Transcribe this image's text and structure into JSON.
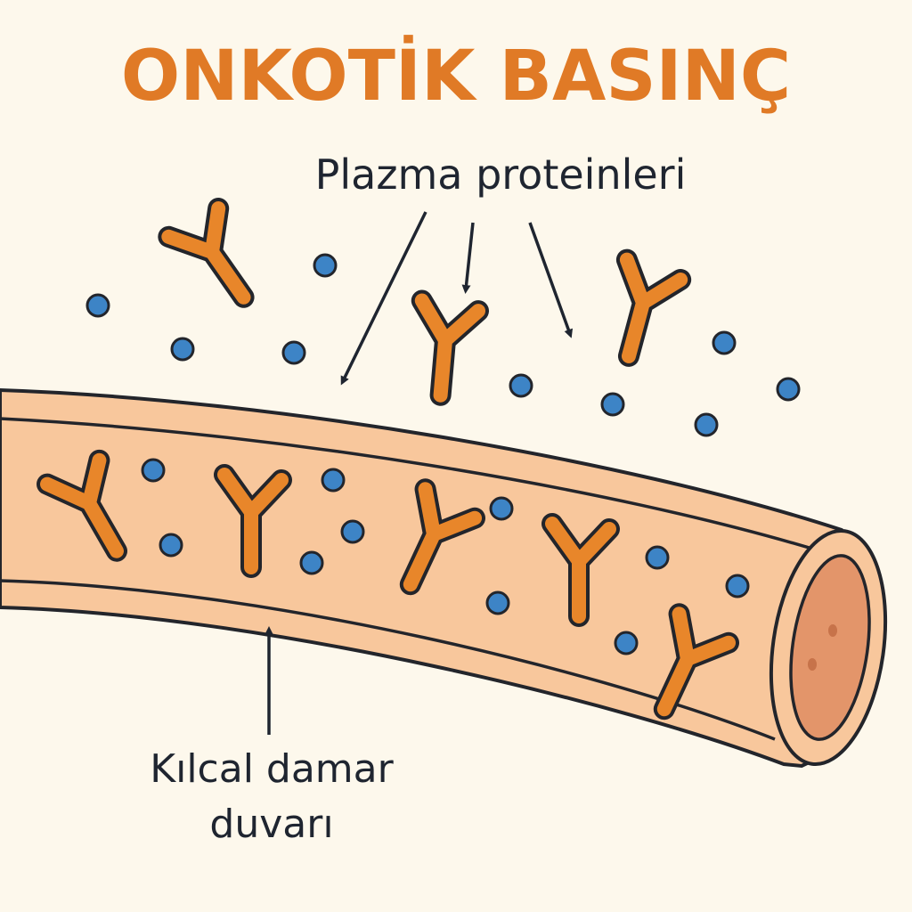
{
  "title": "ONKOTİK BASINÇ",
  "labels": {
    "plasma_proteins": "Plazma proteinleri",
    "capillary_wall_line1": "Kılcal damar",
    "capillary_wall_line2": "duvarı"
  },
  "colors": {
    "background": "#fdf8ec",
    "title": "#e07a26",
    "protein": "#e8862a",
    "dot": "#3d84c6",
    "vessel": "#f8c79c",
    "vessel_inner": "#fbd6b3",
    "lumen": "#e3956a",
    "outline": "#23252b"
  }
}
